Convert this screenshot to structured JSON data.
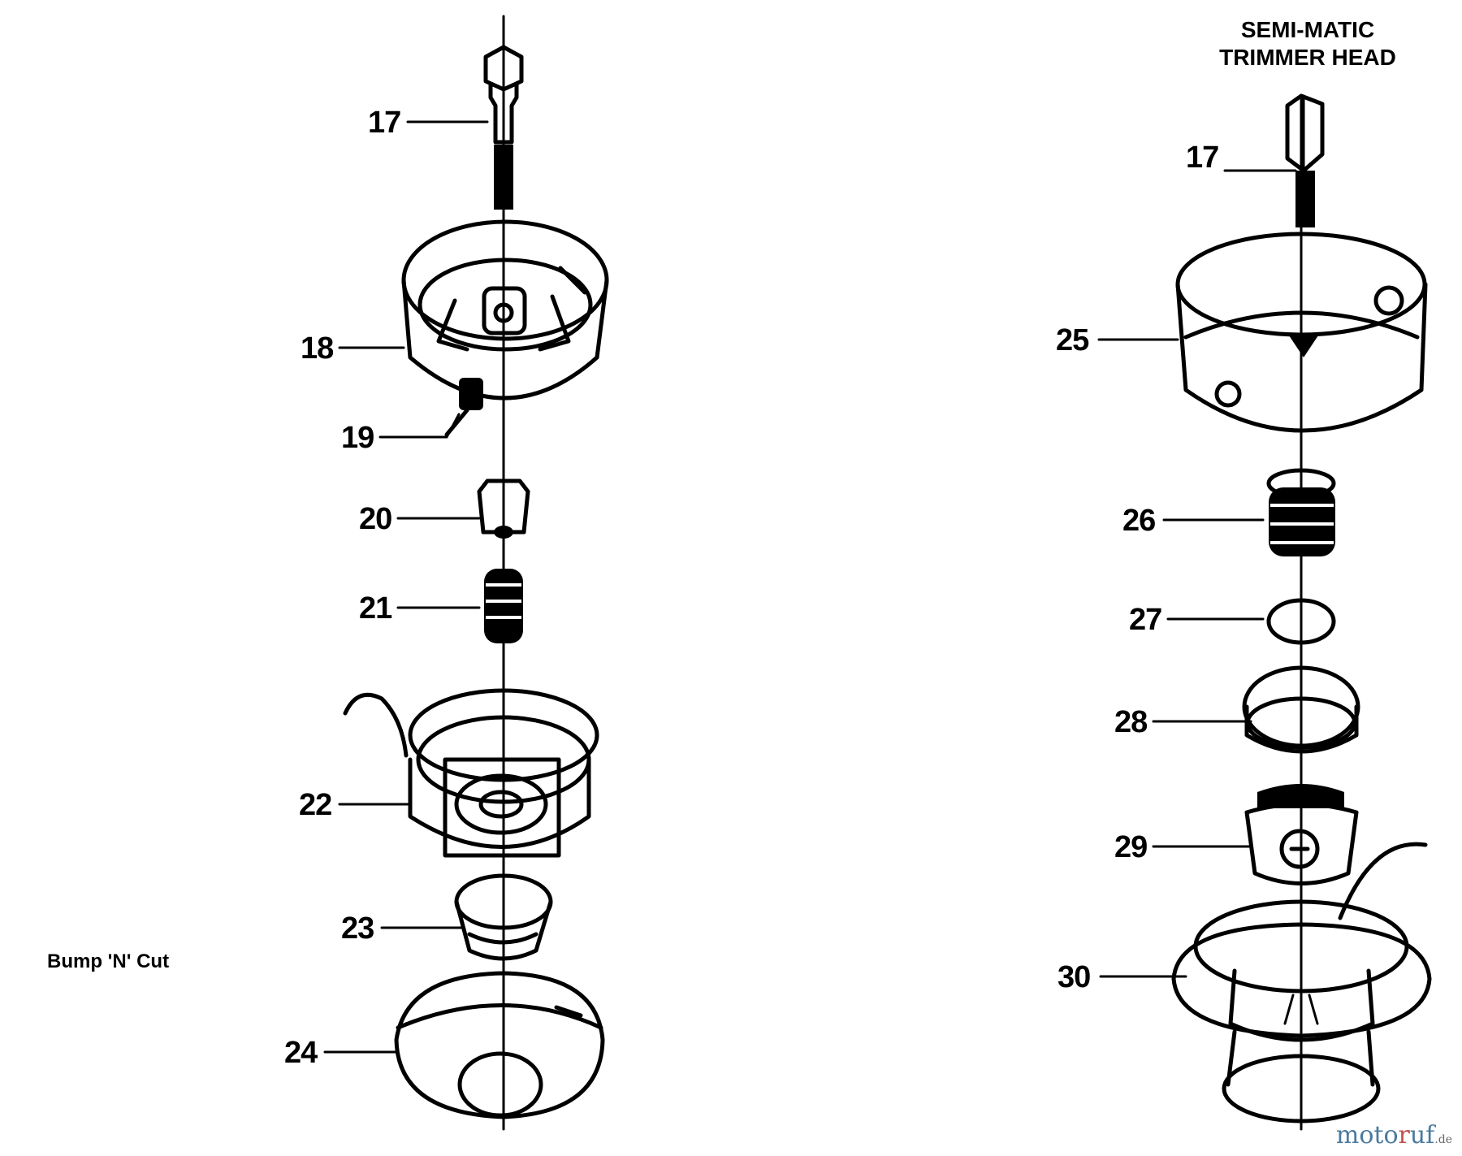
{
  "header": {
    "line1": "SEMI-MATIC",
    "line2": "TRIMMER HEAD"
  },
  "caption": "Bump 'N' Cut",
  "parts_left": [
    "17",
    "18",
    "19",
    "20",
    "21",
    "22",
    "23",
    "24"
  ],
  "parts_right": [
    "17",
    "25",
    "26",
    "27",
    "28",
    "29",
    "30"
  ],
  "watermark": {
    "a": "moto",
    "b": "r",
    "c": "uf",
    "d": ".de"
  }
}
